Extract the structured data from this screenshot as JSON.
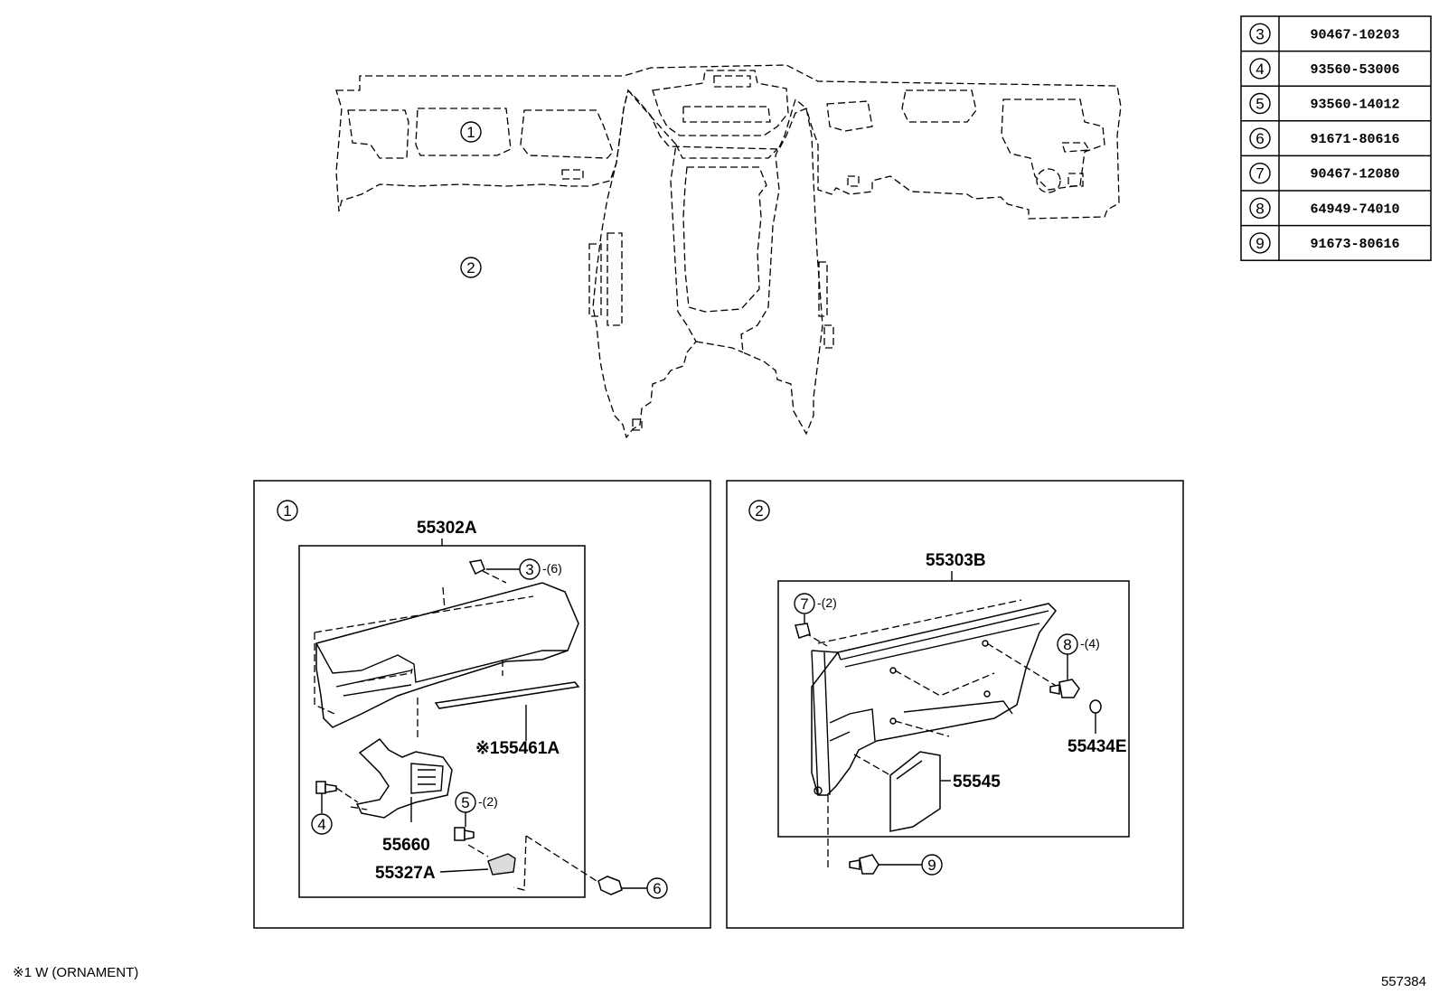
{
  "parts_table": [
    {
      "ref": "3",
      "part": "90467-10203"
    },
    {
      "ref": "4",
      "part": "93560-53006"
    },
    {
      "ref": "5",
      "part": "93560-14012"
    },
    {
      "ref": "6",
      "part": "91671-80616"
    },
    {
      "ref": "7",
      "part": "90467-12080"
    },
    {
      "ref": "8",
      "part": "64949-74010"
    },
    {
      "ref": "9",
      "part": "91673-80616"
    }
  ],
  "overview": {
    "callout_1": "1",
    "callout_2": "2"
  },
  "detail_1": {
    "callout": "1",
    "assembly_label": "55302A",
    "ornament_label": "※155461A",
    "register_label": "55660",
    "bracket_label": "55327A",
    "c3": "3",
    "c3_qty": "-(6)",
    "c4": "4",
    "c5": "5",
    "c5_qty": "-(2)",
    "c6": "6"
  },
  "detail_2": {
    "callout": "2",
    "assembly_label": "55303B",
    "clip_label": "55434E",
    "cover_label": "55545",
    "c7": "7",
    "c7_qty": "-(2)",
    "c8": "8",
    "c8_qty": "-(4)",
    "c9": "9"
  },
  "footer": {
    "note": "※1 W (ORNAMENT)",
    "diagram_id": "557384"
  }
}
